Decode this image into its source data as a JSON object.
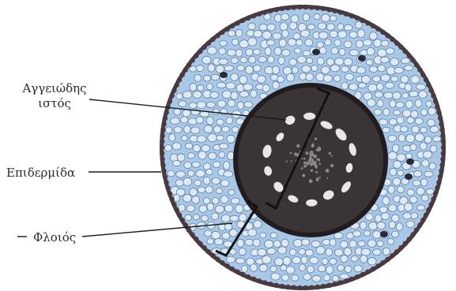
{
  "labels": {
    "vascular_line1": "Αγγειώδης",
    "vascular_line2": "ιστός",
    "epidermis": "Επιδερμίδα",
    "cortex": "Φλοιός"
  },
  "colors": {
    "cortex_fill": "#a9c7e6",
    "cortex_cell_fill": "#dde9f5",
    "cell_wall": "#5e7fa8",
    "epidermis": "#4a3a40",
    "stele_fill": "#3a3436",
    "stele_ring": "#221c1e",
    "xylem_cell": "#e9e6e6",
    "leader_line": "#1a1a1a"
  },
  "icons": {
    "bracket_large": "bracket",
    "bracket_small": "bracket"
  }
}
